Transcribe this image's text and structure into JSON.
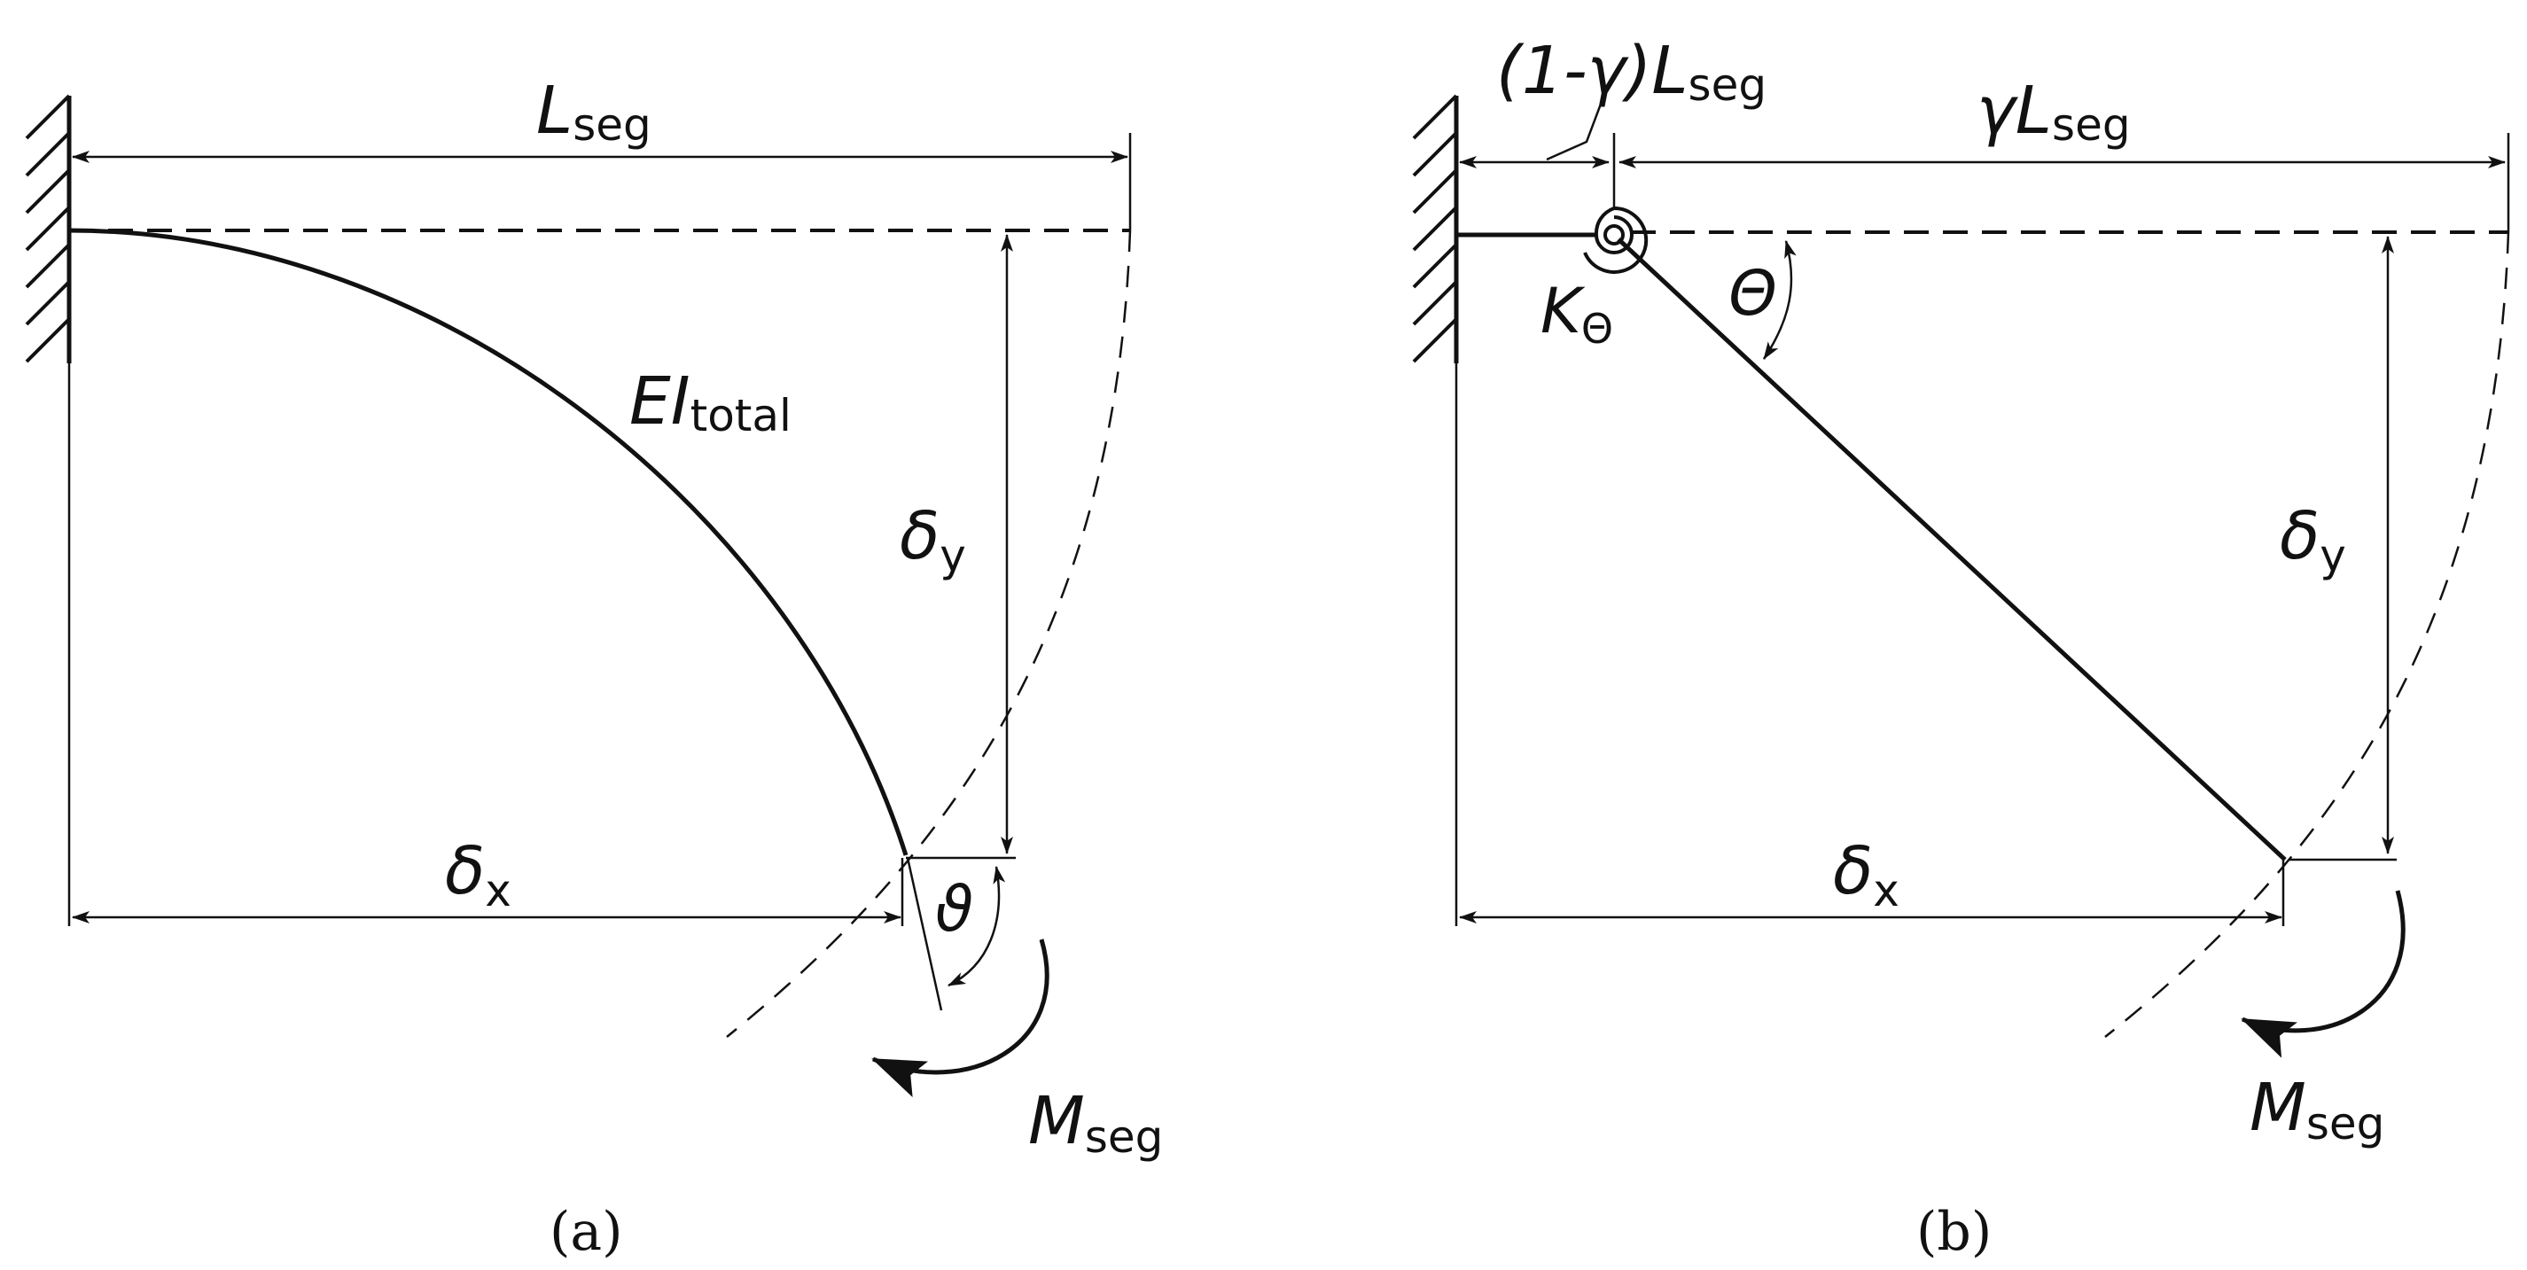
{
  "panel_a": {
    "label_length": {
      "main": "L",
      "sub": "seg"
    },
    "label_stiffness": {
      "main": "EI",
      "sub": "total"
    },
    "label_dy": {
      "main": "δ",
      "sub": "y"
    },
    "label_dx": {
      "main": "δ",
      "sub": "x"
    },
    "label_angle": "ϑ",
    "label_moment": {
      "main": "M",
      "sub": "seg"
    },
    "caption": "(a)"
  },
  "panel_b": {
    "label_left_length": {
      "main": "(1-γ)L",
      "sub": "seg"
    },
    "label_right_length": {
      "main": "γL",
      "sub": "seg"
    },
    "label_spring": {
      "main": "K",
      "sub": "Θ"
    },
    "label_angle": "Θ",
    "label_dy": {
      "main": "δ",
      "sub": "y"
    },
    "label_dx": {
      "main": "δ",
      "sub": "x"
    },
    "label_moment": {
      "main": "M",
      "sub": "seg"
    },
    "caption": "(b)"
  },
  "colors": {
    "ink": "#111111",
    "background": "#ffffff"
  }
}
